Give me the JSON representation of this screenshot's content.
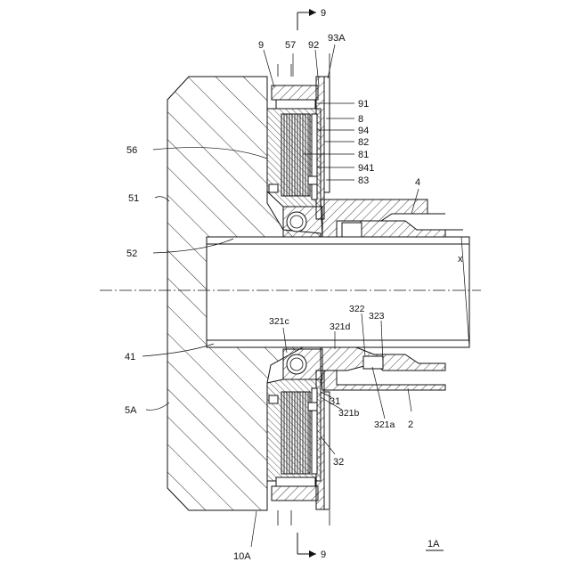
{
  "figure_id": "1A",
  "section_marks": {
    "top": "9",
    "bottom": "9"
  },
  "axis_label": "x",
  "reference_labels": {
    "r9": "9",
    "r57": "57",
    "r92": "92",
    "r93A": "93A",
    "r91": "91",
    "r8": "8",
    "r94": "94",
    "r82": "82",
    "r81": "81",
    "r941": "941",
    "r83": "83",
    "r56": "56",
    "r51": "51",
    "r4": "4",
    "r52": "52",
    "r41": "41",
    "r321c": "321c",
    "r322": "322",
    "r323": "323",
    "r321d": "321d",
    "r31": "31",
    "r321b": "321b",
    "r321a": "321a",
    "r2": "2",
    "r5A": "5A",
    "r32": "32",
    "r10A": "10A"
  }
}
